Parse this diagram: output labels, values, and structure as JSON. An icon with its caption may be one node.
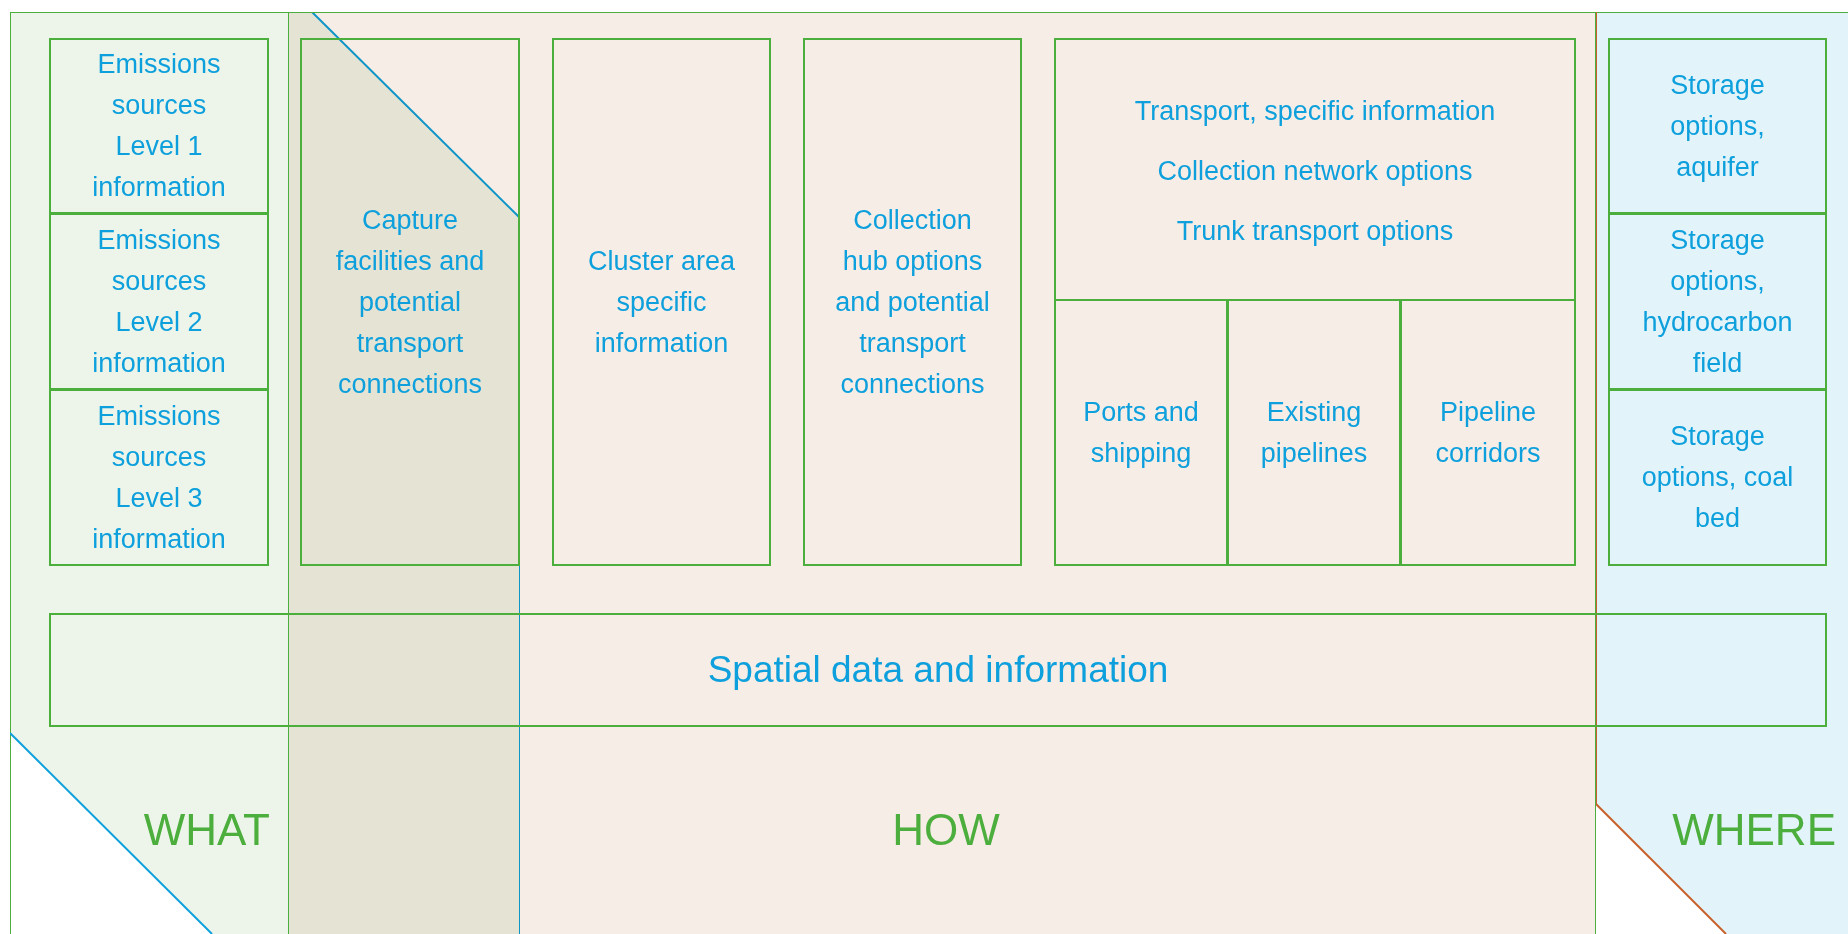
{
  "diagram": {
    "nodes": [
      {
        "text": [
          "WHAT"
        ]
      },
      {
        "text": [
          "HOW"
        ]
      },
      {
        "text": [
          "WHERE"
        ]
      },
      {
        "text": [
          "Emissions sources Level 1 information"
        ],
        "in": 0
      },
      {
        "text": [
          "Emissions sources Level 2 information"
        ],
        "in": 0
      },
      {
        "text": [
          "Emissions sources Level 3 information"
        ],
        "in": 0
      },
      {
        "text": [
          "Capture facilities and potential transport connections"
        ]
      },
      {
        "text": [
          "Cluster area specific information"
        ],
        "in": 1
      },
      {
        "text": [
          "Collection hub options and potential transport connections"
        ],
        "in": 1
      },
      {
        "text": [
          "Transport, specific information",
          "Collection network options",
          "Trunk transport options"
        ],
        "in": 1
      },
      {
        "text": [
          "Ports and shipping"
        ],
        "in": 9
      },
      {
        "text": [
          "Existing pipelines"
        ],
        "in": 9
      },
      {
        "text": [
          "Pipeline corridors"
        ],
        "in": 9
      },
      {
        "text": [
          "Storage options, aquifer"
        ],
        "in": 2
      },
      {
        "text": [
          "Storage options, hydrocarbon field"
        ],
        "in": 2
      },
      {
        "text": [
          "Storage options, coal bed"
        ],
        "in": 2
      },
      {
        "text": [
          "Spatial data and information"
        ]
      }
    ]
  }
}
